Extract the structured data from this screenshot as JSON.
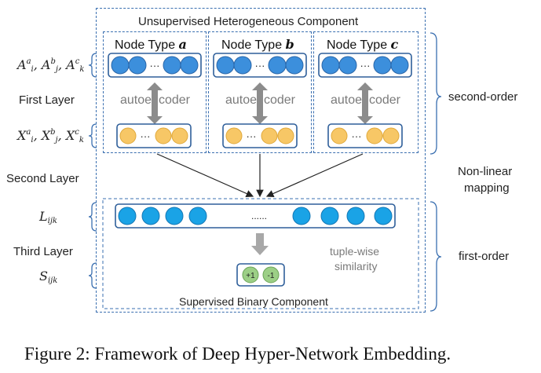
{
  "title": "Unsupervised Heterogeneous Component",
  "node_types": [
    {
      "label": "Node Type ",
      "letter": "a"
    },
    {
      "label": "Node Type ",
      "letter": "b"
    },
    {
      "label": "Node Type ",
      "letter": "c"
    }
  ],
  "autoencoder_label": "autoencoder",
  "ellipsis": "···",
  "long_ellipsis": "......",
  "left_labels": {
    "a_row": {
      "a1": "A",
      "a1_sup": "a",
      "a1_sub": "i",
      "a2": "A",
      "a2_sup": "b",
      "a2_sub": "j",
      "a3": "A",
      "a3_sup": "c",
      "a3_sub": "k"
    },
    "first_layer": "First Layer",
    "x_row": {
      "x1": "X",
      "x1_sup": "a",
      "x1_sub": "i",
      "x2": "X",
      "x2_sup": "b",
      "x2_sub": "j",
      "x3": "X",
      "x3_sup": "c",
      "x3_sub": "k"
    },
    "second_layer": "Second Layer",
    "l_label": "L",
    "l_sub": "ijk",
    "third_layer": "Third Layer",
    "s_label": "S",
    "s_sub": "ijk"
  },
  "right_labels": {
    "second_order": "second-order",
    "non_linear_1": "Non-linear",
    "non_linear_2": "mapping",
    "first_order": "first-order"
  },
  "tuple_wise_1": "tuple-wise",
  "tuple_wise_2": "similarity",
  "outputs": [
    "+1",
    "-1"
  ],
  "bottom_title": "Supervised Binary Component",
  "caption": {
    "prefix": "Figure 2: ",
    "text": "Framework of Deep Hyper-Network Embedding."
  },
  "colors": {
    "blue_node": "#3c8fdc",
    "cyan_node": "#1aa3e6",
    "yellow_node": "#f7c766",
    "green_node": "#9ccf86",
    "frame": "#3a6fb0",
    "arrow_gray": "#8c8c8c"
  }
}
